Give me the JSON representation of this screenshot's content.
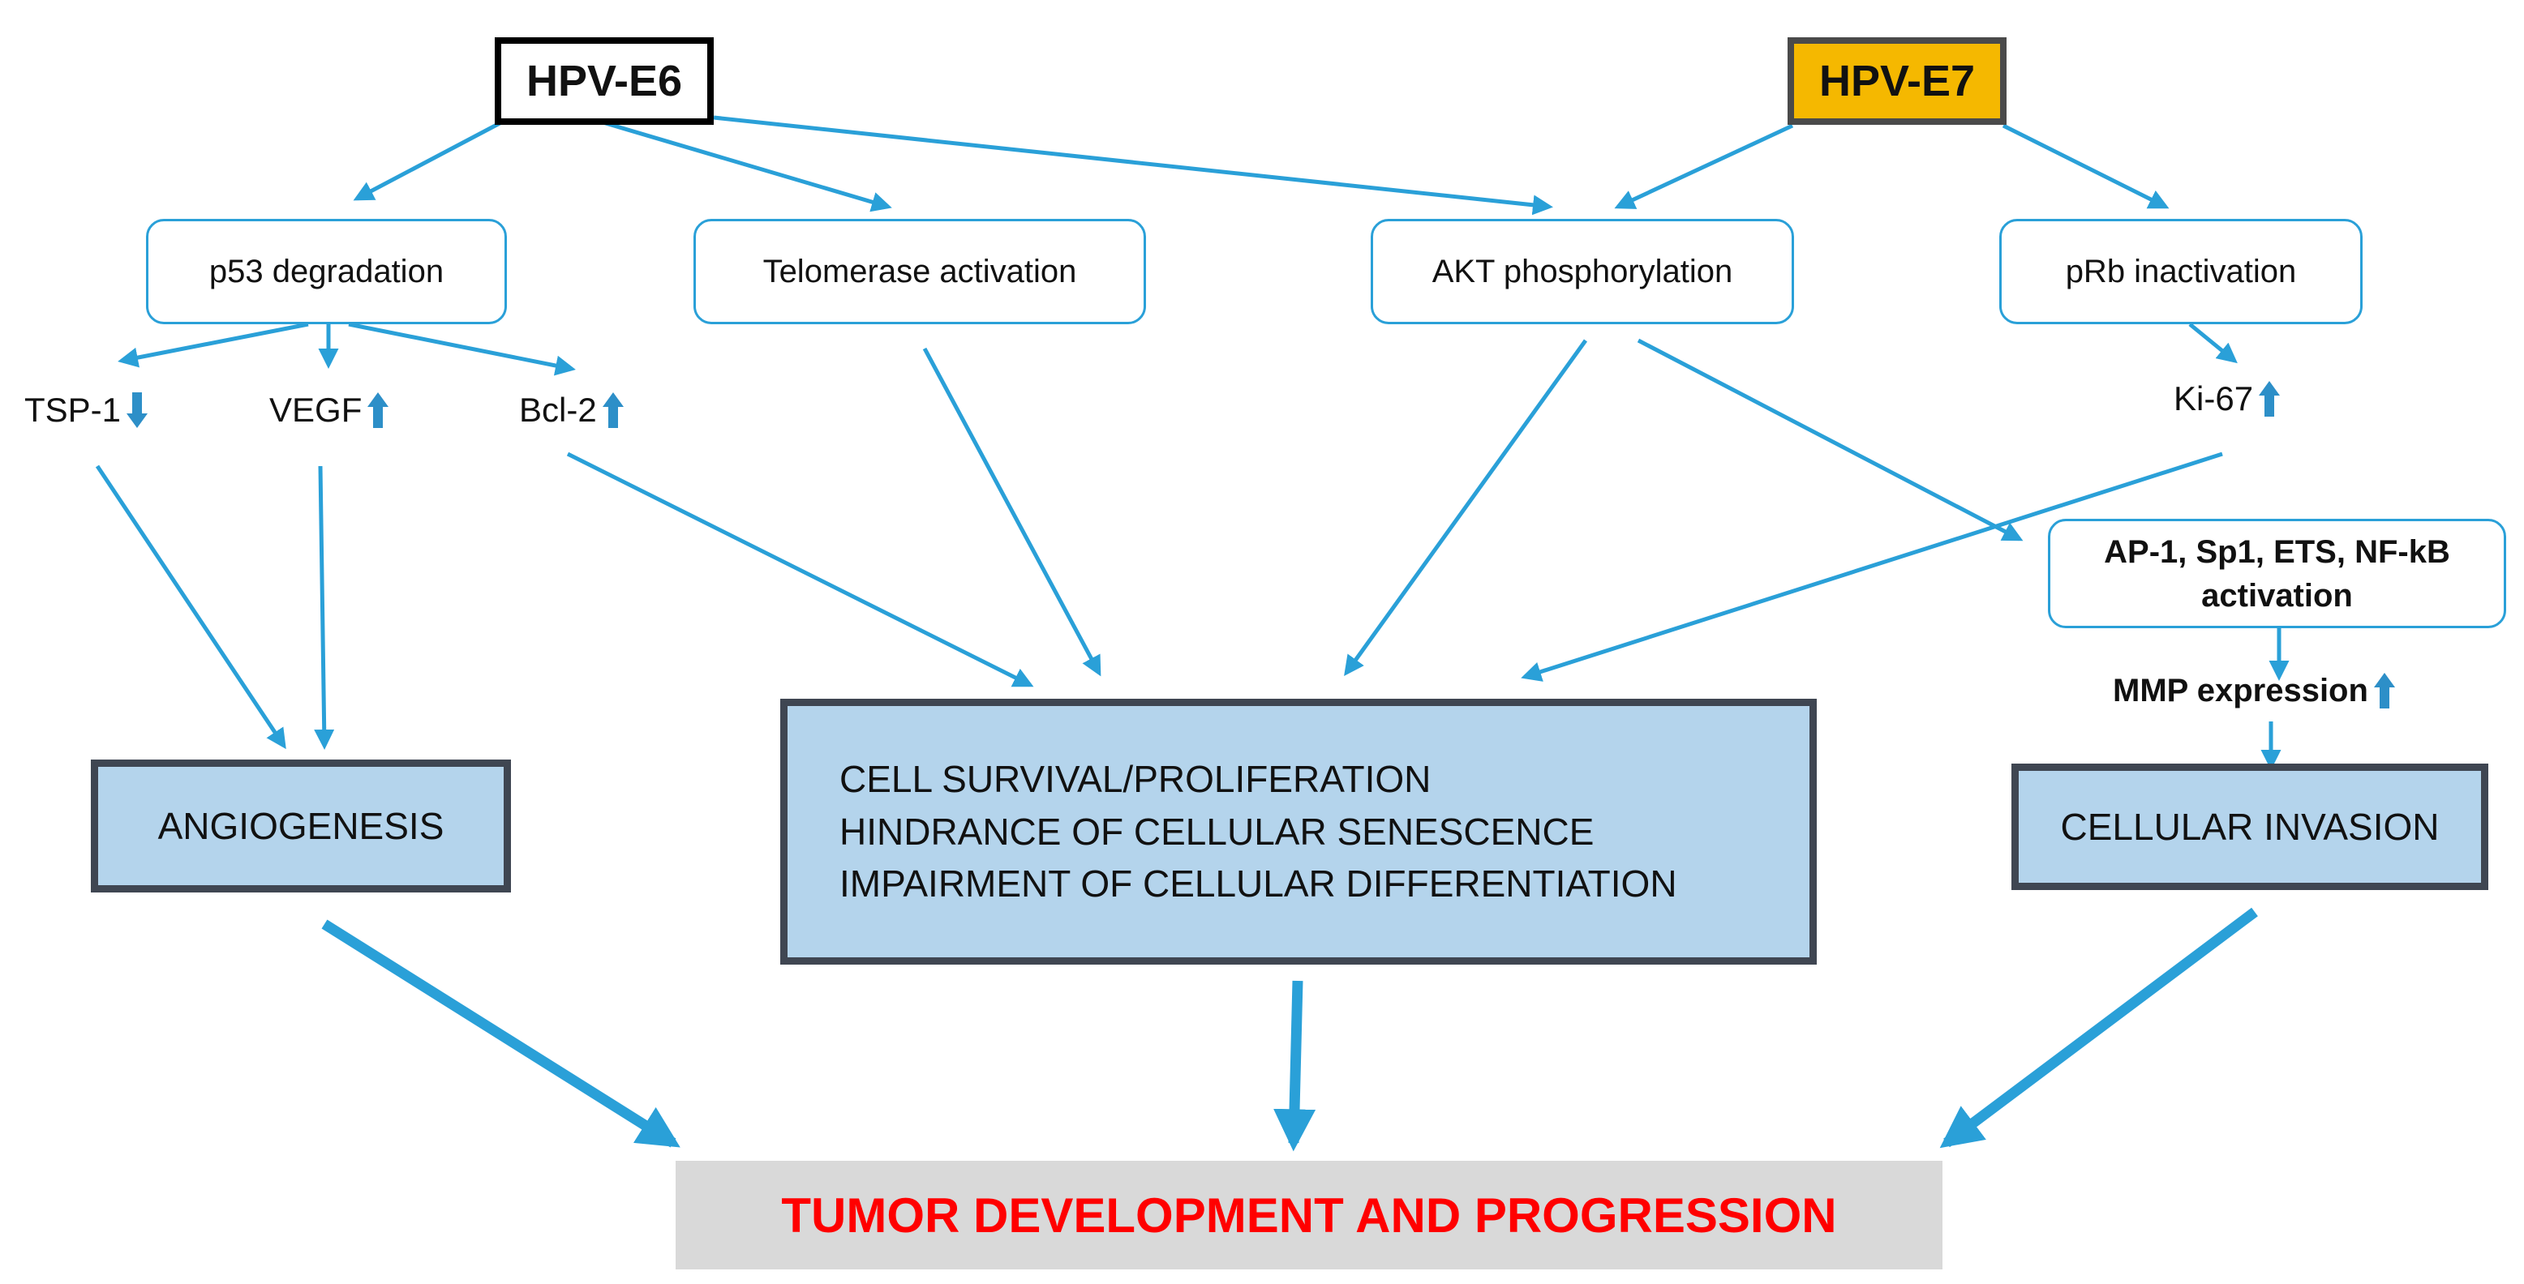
{
  "roots": {
    "e6": "HPV-E6",
    "e7": "HPV-E7"
  },
  "processes": {
    "p53": "p53 degradation",
    "telomerase": "Telomerase activation",
    "akt": "AKT phosphorylation",
    "prb": "pRb inactivation",
    "ap1_line1": "AP-1, Sp1, ETS, NF-kB",
    "ap1_line2": "activation"
  },
  "markers": {
    "tsp1": "TSP-1",
    "vegf": "VEGF",
    "bcl2": "Bcl-2",
    "ki67": "Ki-67",
    "mmp": "MMP expression"
  },
  "marker_directions": {
    "tsp1": "down",
    "vegf": "up",
    "bcl2": "up",
    "ki67": "up",
    "mmp": "up"
  },
  "outcomes": {
    "angiogenesis": "ANGIOGENESIS",
    "center_line1": "CELL SURVIVAL/PROLIFERATION",
    "center_line2": "HINDRANCE OF CELLULAR SENESCENCE",
    "center_line3": "IMPAIRMENT OF CELLULAR DIFFERENTIATION",
    "invasion": "CELLULAR INVASION"
  },
  "final": "TUMOR DEVELOPMENT AND PROGRESSION",
  "colors": {
    "arrow": "#2aa0d8",
    "up_down_arrow": "#2d8fc8",
    "outcome_fill": "#b4d4ec",
    "e7_fill": "#f5b800",
    "final_text": "#ff0000",
    "final_fill": "#d9d9d9"
  }
}
